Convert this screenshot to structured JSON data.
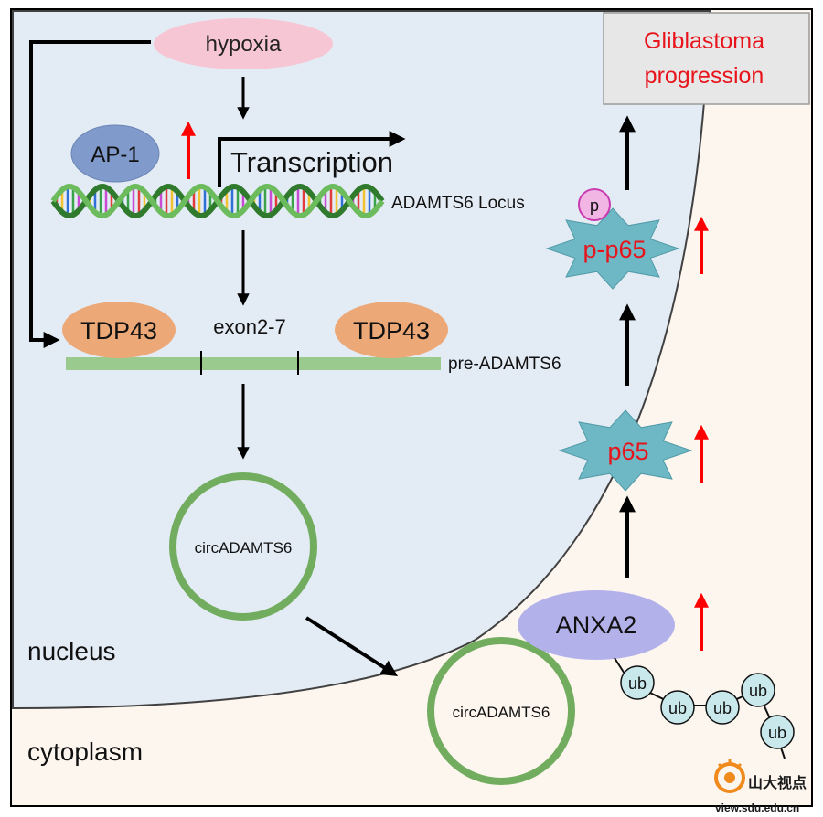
{
  "labels": {
    "hypoxia": "hypoxia",
    "ap1": "AP-1",
    "transcription": "Transcription",
    "locus": "ADAMTS6 Locus",
    "tdp43_left": "TDP43",
    "tdp43_right": "TDP43",
    "exon": "exon2-7",
    "pre_mrna": "pre-ADAMTS6",
    "circ_nucleus": "circADAMTS6",
    "circ_cytoplasm": "circADAMTS6",
    "nucleus": "nucleus",
    "cytoplasm": "cytoplasm",
    "outcome_line1": "Gliblastoma",
    "outcome_line2": "progression",
    "p": "p",
    "pp65": "p-p65",
    "p65": "p65",
    "anxa2": "ANXA2",
    "ub": [
      "ub",
      "ub",
      "ub",
      "ub",
      "ub"
    ],
    "watermark_cn": "山大视点",
    "watermark_url": "view.sdu.edu.cn"
  },
  "colors": {
    "nucleus_fill": "#e3ebf4",
    "cytoplasm_fill": "#fdf6ef",
    "hypoxia": "#f6c6d4",
    "ap1": "#7f9acb",
    "tdp43": "#eca877",
    "pre_mrna": "#9bca8f",
    "circ": "#72ad5f",
    "star": "#6db8c4",
    "p_circle": "#f1b6e3",
    "anxa2": "#b3b1ea",
    "ub": "#c9e8ec",
    "up_arrow": "#ff0000",
    "outcome_text": "#e8141c",
    "outcome_box": "#e7e7e7"
  }
}
